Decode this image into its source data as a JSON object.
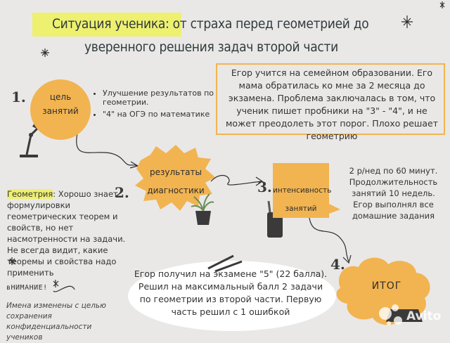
{
  "title": {
    "highlight": "Ситуация ученика:",
    "line1_rest": " от страха перед геометрией до",
    "line2": "уверенного решения задач второй части"
  },
  "intro": "Егор учится на семейном образовании. Его мама обратилась ко мне за 2 месяца до экзамена. Проблема заключалась в том, что ученик пишет пробники на \"3\" - \"4\", и не может преодолеть этот порог. Плохо решает геометрию",
  "step1": {
    "number": "1.",
    "label_line1": "цель",
    "label_line2": "занятий",
    "bullets": [
      "Улучшение результатов по геометрии.",
      "\"4\" на ОГЭ по математике"
    ]
  },
  "step2": {
    "number": "2.",
    "label_line1": "результаты",
    "label_line2": "диагностики",
    "key": "Геометрия",
    "text": ": Хорошо знает формулировки геометрических теорем и свойств, но нет насмотренности на задачи. Не всегда видит, какие  теоремы и свойства надо применить"
  },
  "step3": {
    "number": "3.",
    "label_line1": "интенсивность",
    "label_line2": "занятий",
    "text": "2 р/нед по 60 минут. Продолжительность занятий 10 недель. Егор выполнял все домашние задания"
  },
  "step4": {
    "number": "4.",
    "label": "ИТОГ",
    "text": "Егор получил на экзамене \"5\" (22 балла). Решил на максимальный балл 2 задачи по геометрии из второй части. Первую часть решил с 1 ошибкой"
  },
  "note": {
    "label": "вНИМАНИЕ!",
    "text": "Имена изменены с целью сохранения конфиденциальности учеников"
  },
  "watermark": "Avito",
  "colors": {
    "accent": "#f2b451",
    "highlight": "#eef070",
    "background": "#e9e8e6"
  }
}
